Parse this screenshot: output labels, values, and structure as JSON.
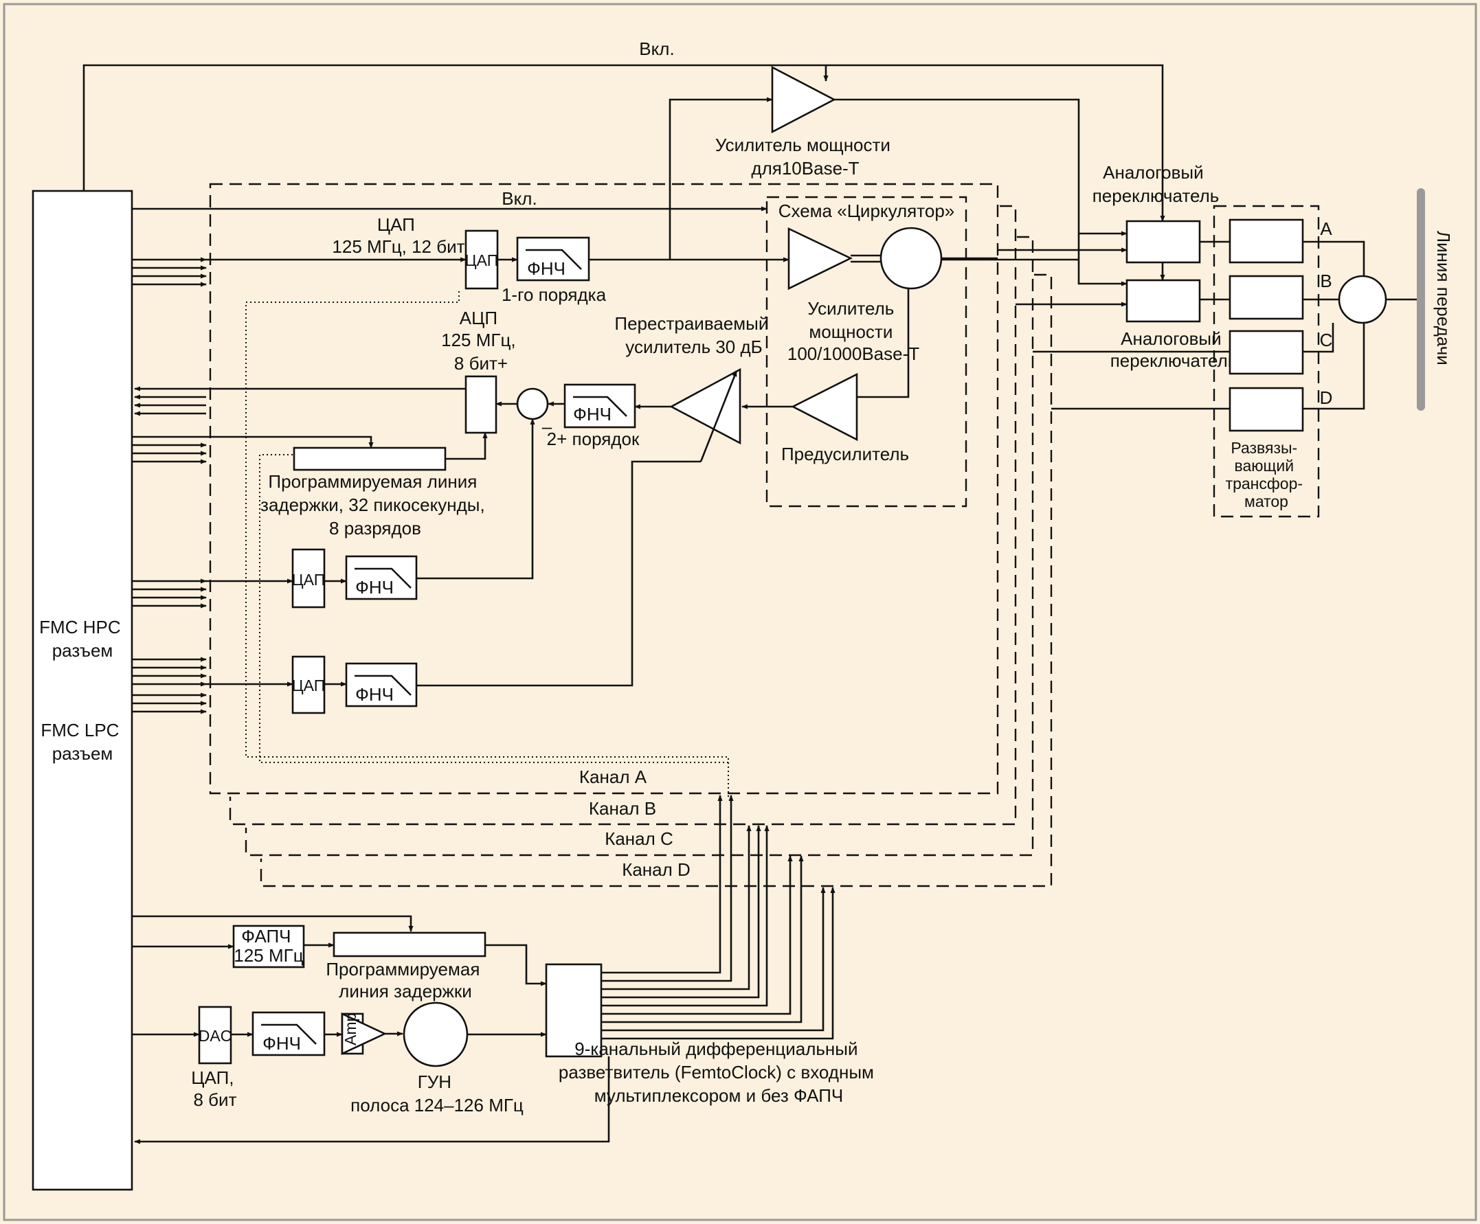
{
  "labels": {
    "vkl_top": "Вкл.",
    "vkl_mid": "Вкл.",
    "power_amp_10": [
      "Усилитель мощности",
      "для10Base-T"
    ],
    "analog_switch_1": [
      "Аналоговый",
      "переключатель"
    ],
    "analog_switch_2": [
      "Аналоговый",
      "переключатель"
    ],
    "line": "Линия передачи",
    "dac_top": [
      "ЦАП",
      "125 МГц, 12 бит"
    ],
    "dac_box": "ЦАП",
    "lpf": "ФНЧ",
    "lpf_order1": "1-го порядка",
    "circulator": "Схема «Циркулятор»",
    "power_amp_100": [
      "Усилитель",
      "мощности",
      "100/1000Base-T"
    ],
    "preamp": "Предусилитель",
    "tunable_amp": [
      "Перестраиваемый",
      "усилитель 30 дБ"
    ],
    "adc": [
      "АЦП",
      "125 МГц,",
      "8 бит+"
    ],
    "minus": "–",
    "lpf_order2": "2+ порядок",
    "prog_delay": [
      "Программируемая линия",
      "задержки, 32 пикосекунды,",
      "8 разрядов"
    ],
    "fmc_hpc": [
      "FMC HPC",
      "разъем"
    ],
    "fmc_lpc": [
      "FMC LPC",
      "разъем"
    ],
    "channels": [
      "Канал A",
      "Канал B",
      "Канал C",
      "Канал D"
    ],
    "transformer": [
      "Развязы-",
      "вающий",
      "трансфор-",
      "матор"
    ],
    "abcd": [
      "A",
      "B",
      "C",
      "D"
    ],
    "pll": [
      "ФАПЧ",
      "125 МГц"
    ],
    "prog_delay2": [
      "Программируемая",
      "линия задержки"
    ],
    "dac_bottom_box": "DAC",
    "dac_bottom": [
      "ЦАП,",
      "8 бит"
    ],
    "amp_box": "Amp",
    "vco": [
      "ГУН",
      "полоса 124–126 МГц"
    ],
    "splitter": [
      "9-канальный дифференциальный",
      "разветвитель (FemtoClock) с входным",
      "мультиплексором и без ФАПЧ"
    ]
  },
  "colors": {
    "background": "#fbf1de",
    "line": "#111111",
    "line_bar": "#9a9a9a"
  }
}
